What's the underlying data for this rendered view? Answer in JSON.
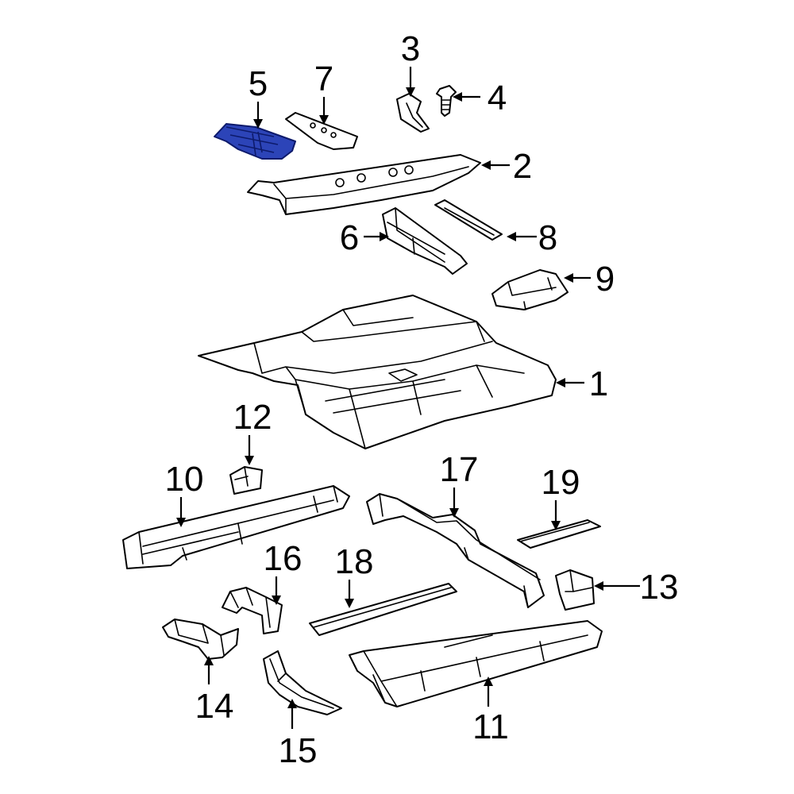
{
  "callouts": {
    "c1": "1",
    "c2": "2",
    "c3": "3",
    "c4": "4",
    "c5": "5",
    "c6": "6",
    "c7": "7",
    "c8": "8",
    "c9": "9",
    "c10": "10",
    "c11": "11",
    "c12": "12",
    "c13": "13",
    "c14": "14",
    "c15": "15",
    "c16": "16",
    "c17": "17",
    "c18": "18",
    "c19": "19"
  },
  "highlighted_part": "5",
  "colors": {
    "highlight": "#2c44b8",
    "line": "#000000",
    "background": "#ffffff"
  }
}
